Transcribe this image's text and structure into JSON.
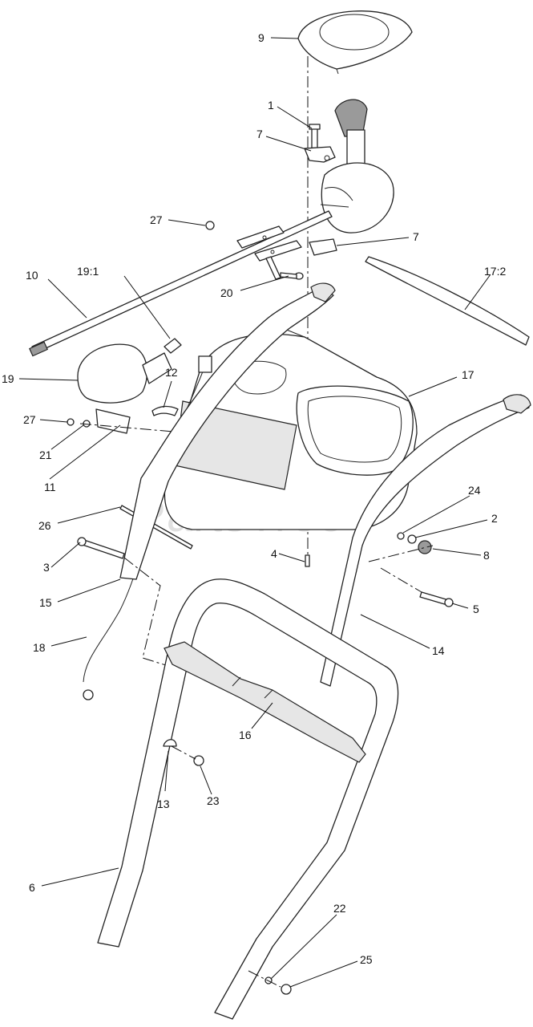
{
  "diagram": {
    "watermark": "PartsTree",
    "trademark": "™",
    "callouts": {
      "c9": "9",
      "c1": "1",
      "c7a": "7",
      "c7b": "7",
      "c27a": "27",
      "c10": "10",
      "c19_1": "19:1",
      "c20": "20",
      "c17_2": "17:2",
      "c19": "19",
      "c12": "12",
      "c17": "17",
      "c27b": "27",
      "c21": "21",
      "c11": "11",
      "c24": "24",
      "c2": "2",
      "c26": "26",
      "c8": "8",
      "c4": "4",
      "c3": "3",
      "c15": "15",
      "c5": "5",
      "c14": "14",
      "c18": "18",
      "c16": "16",
      "c13": "13",
      "c23": "23",
      "c6": "6",
      "c22": "22",
      "c25": "25"
    }
  }
}
